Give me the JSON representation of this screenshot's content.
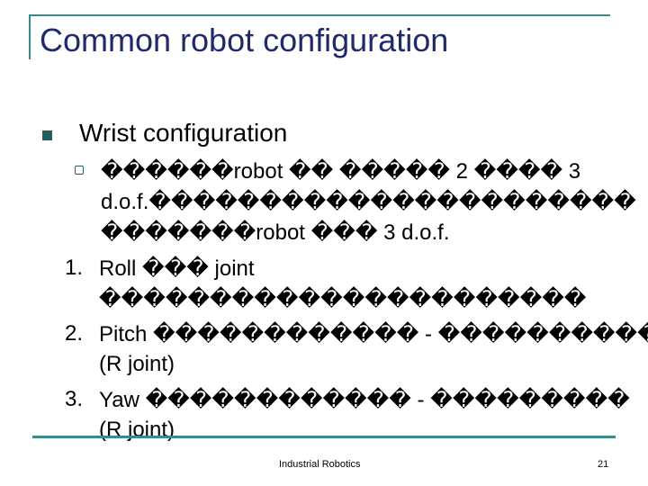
{
  "title": "Common robot configuration",
  "section": "Wrist configuration",
  "sub_lines": [
    "������robot �� ����� 2 ���� 3",
    "d.o.f.����������������������",
    "�������robot ��� 3 d.o.f."
  ],
  "items": [
    {
      "num": "1.",
      "line1": "Roll ��� joint",
      "line2": "����������������������"
    },
    {
      "num": "2.",
      "line1": "Pitch ������������ - �����������",
      "line2": "(R joint)"
    },
    {
      "num": "3.",
      "line1": "Yaw ������������ - ���������",
      "line2": "(R joint)"
    }
  ],
  "footer": {
    "text": "Industrial Robotics",
    "page": "21"
  },
  "colors": {
    "title": "#1f2a6b",
    "accent": "#3a8a8a"
  }
}
